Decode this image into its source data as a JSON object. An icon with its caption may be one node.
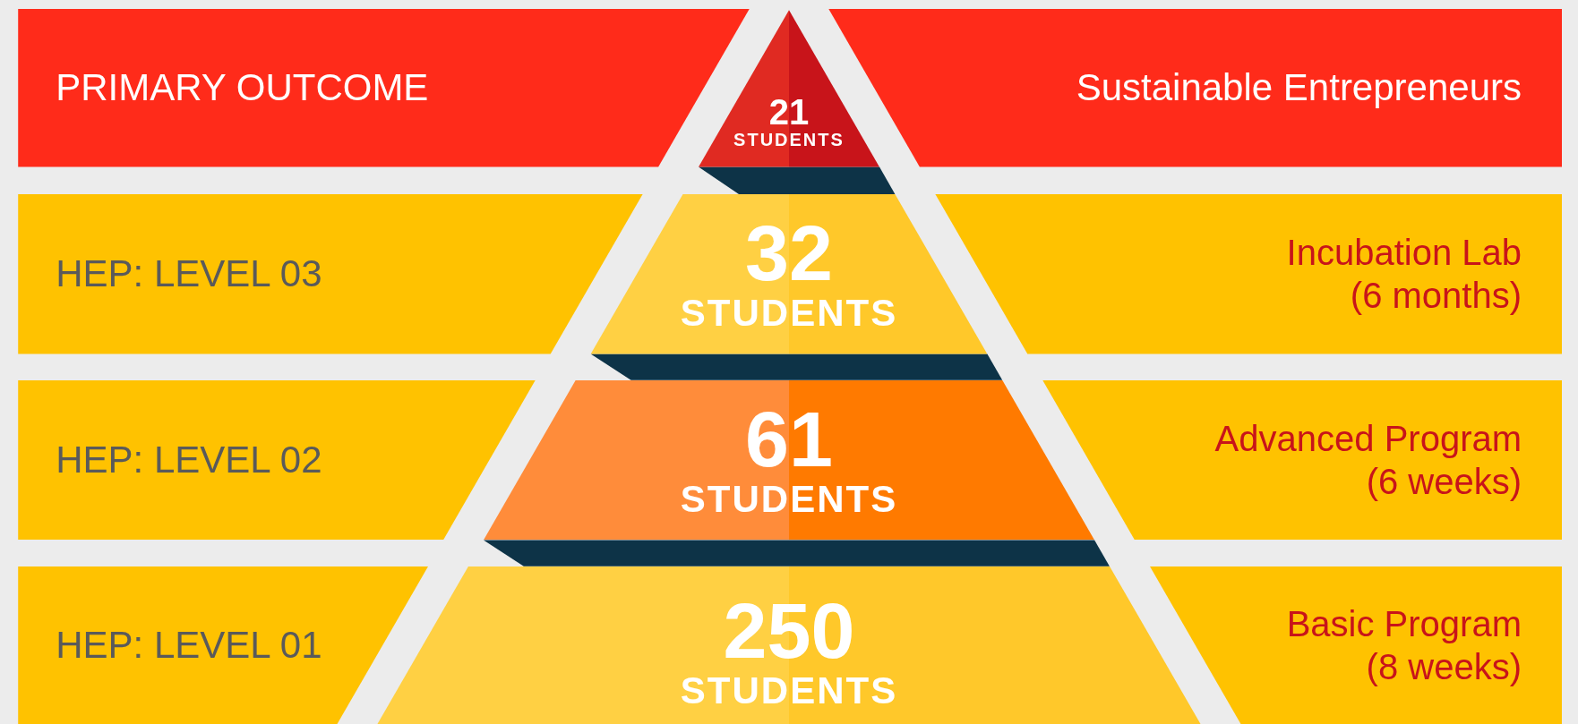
{
  "diagram": {
    "nodes": [
      {
        "text": [
          "PRIMARY OUTCOME"
        ]
      },
      {
        "text": [
          "21",
          "STUDENTS"
        ]
      },
      {
        "text": [
          "Sustainable Entrepreneurs"
        ]
      },
      {
        "text": [
          "HEP: LEVEL 03"
        ]
      },
      {
        "text": [
          "32",
          "STUDENTS"
        ]
      },
      {
        "text": [
          "Incubation Lab (6 months)"
        ]
      },
      {
        "text": [
          "HEP: LEVEL 02"
        ]
      },
      {
        "text": [
          "61",
          "STUDENTS"
        ]
      },
      {
        "text": [
          "Advanced Program (6 weeks)"
        ]
      },
      {
        "text": [
          "HEP: LEVEL 01"
        ]
      },
      {
        "text": [
          "250",
          "STUDENTS"
        ]
      },
      {
        "text": [
          "Basic Program (8 weeks)"
        ]
      }
    ]
  }
}
